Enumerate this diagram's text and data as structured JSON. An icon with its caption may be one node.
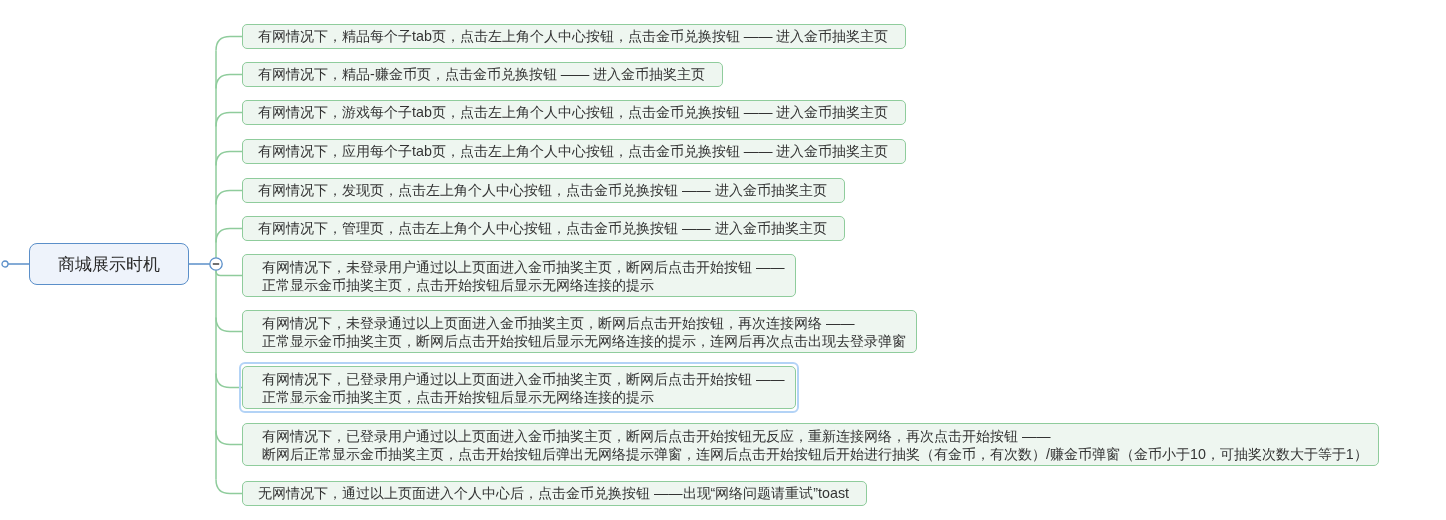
{
  "diagram": {
    "nodes": [
      {
        "text": [
          "商城展示时机"
        ]
      },
      {
        "text": [
          "有网情况下，精品每个子tab页，点击左上角个人中心按钮，点击金币兑换按钮 —— 进入金币抽奖主页"
        ]
      },
      {
        "text": [
          "有网情况下，精品-赚金币页，点击金币兑换按钮 —— 进入金币抽奖主页"
        ]
      },
      {
        "text": [
          "有网情况下，游戏每个子tab页，点击左上角个人中心按钮，点击金币兑换按钮 —— 进入金币抽奖主页"
        ]
      },
      {
        "text": [
          "有网情况下，应用每个子tab页，点击左上角个人中心按钮，点击金币兑换按钮 —— 进入金币抽奖主页"
        ]
      },
      {
        "text": [
          "有网情况下，发现页，点击左上角个人中心按钮，点击金币兑换按钮 —— 进入金币抽奖主页"
        ]
      },
      {
        "text": [
          "有网情况下，管理页，点击左上角个人中心按钮，点击金币兑换按钮 —— 进入金币抽奖主页"
        ]
      },
      {
        "text": [
          "有网情况下，未登录用户通过以上页面进入金币抽奖主页，断网后点击开始按钮 ——正常显示金币抽奖主页，点击开始按钮后显示无网络连接的提示"
        ]
      },
      {
        "text": [
          "有网情况下，未登录通过以上页面进入金币抽奖主页，断网后点击开始按钮，再次连接网络 ——正常显示金币抽奖主页，断网后点击开始按钮后显示无网络连接的提示，连网后再次点击出现去登录弹窗"
        ]
      },
      {
        "text": [
          "有网情况下，已登录用户通过以上页面进入金币抽奖主页，断网后点击开始按钮 ——正常显示金币抽奖主页，点击开始按钮后显示无网络连接的提示"
        ]
      },
      {
        "text": [
          "有网情况下，已登录用户通过以上页面进入金币抽奖主页，断网后点击开始按钮无反应，重新连接网络，再次点击开始按钮 ——断网后正常显示金币抽奖主页，点击开始按钮后弹出无网络提示弹窗，连网后点击开始按钮后开始进行抽奖（有金币，有次数）/赚金币弹窗（金币小于10，可抽奖次数大于等于1）"
        ]
      },
      {
        "text": [
          "无网情况下，通过以上页面进入个人中心后，点击金币兑换按钮 ——出现“网络问题请重试”toast"
        ]
      }
    ],
    "edges": [
      {
        "from": null,
        "to": 0,
        "arrow": "other"
      },
      {
        "from": 0,
        "to": 1,
        "arrow": "none"
      },
      {
        "from": 0,
        "to": 2,
        "arrow": "none"
      },
      {
        "from": 0,
        "to": 3,
        "arrow": "none"
      },
      {
        "from": 0,
        "to": 4,
        "arrow": "none"
      },
      {
        "from": 0,
        "to": 5,
        "arrow": "none"
      },
      {
        "from": 0,
        "to": 6,
        "arrow": "none"
      },
      {
        "from": 0,
        "to": 7,
        "arrow": "none"
      },
      {
        "from": 0,
        "to": 8,
        "arrow": "none"
      },
      {
        "from": 0,
        "to": 9,
        "arrow": "none"
      },
      {
        "from": 0,
        "to": 10,
        "arrow": "none"
      },
      {
        "from": 0,
        "to": 11,
        "arrow": "none"
      }
    ]
  }
}
